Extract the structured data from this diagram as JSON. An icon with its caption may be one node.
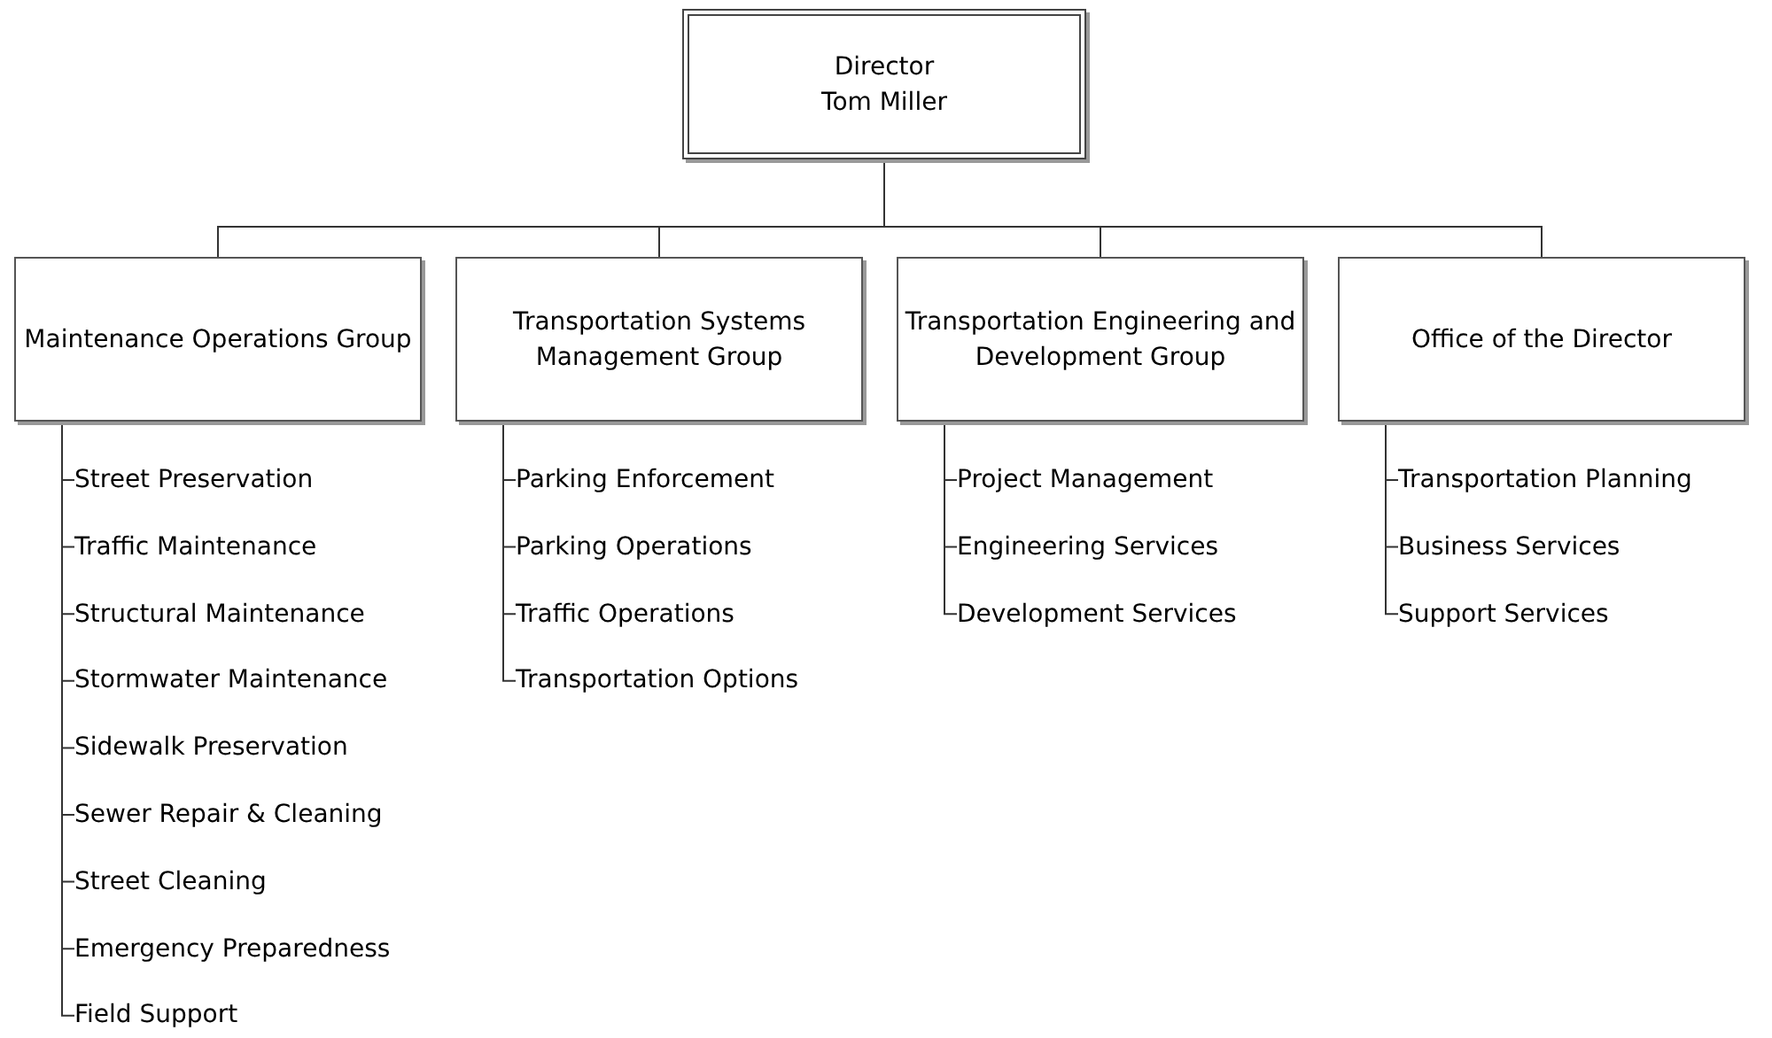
{
  "diagram": {
    "nodes": [
      {
        "text": [
          "Director",
          "Tom Miller"
        ]
      },
      {
        "text": [
          "Maintenance Operations Group"
        ]
      },
      {
        "text": [
          "Street Preservation"
        ]
      },
      {
        "text": [
          "Traffic Maintenance"
        ]
      },
      {
        "text": [
          "Structural Maintenance"
        ]
      },
      {
        "text": [
          "Stormwater Maintenance"
        ]
      },
      {
        "text": [
          "Sidewalk Preservation"
        ]
      },
      {
        "text": [
          "Sewer Repair & Cleaning"
        ]
      },
      {
        "text": [
          "Street Cleaning"
        ]
      },
      {
        "text": [
          "Emergency Preparedness"
        ]
      },
      {
        "text": [
          "Field Support"
        ]
      },
      {
        "text": [
          "Transportation Systems Management Group"
        ]
      },
      {
        "text": [
          "Parking Enforcement"
        ]
      },
      {
        "text": [
          "Parking Operations"
        ]
      },
      {
        "text": [
          "Traffic Operations"
        ]
      },
      {
        "text": [
          "Transportation Options"
        ]
      },
      {
        "text": [
          "Transportation Engineering and Development Group"
        ]
      },
      {
        "text": [
          "Project Management"
        ]
      },
      {
        "text": [
          "Engineering Services"
        ]
      },
      {
        "text": [
          "Development Services"
        ]
      },
      {
        "text": [
          "Office of the Director"
        ]
      },
      {
        "text": [
          "Transportation Planning"
        ]
      },
      {
        "text": [
          "Business Services"
        ]
      },
      {
        "text": [
          "Support Services"
        ]
      }
    ],
    "edges": [
      {
        "from": 0,
        "to": 1,
        "arrow": "none"
      },
      {
        "from": 0,
        "to": 11,
        "arrow": "none"
      },
      {
        "from": 0,
        "to": 16,
        "arrow": "none"
      },
      {
        "from": 0,
        "to": 20,
        "arrow": "none"
      },
      {
        "from": 1,
        "to": 2,
        "arrow": "none"
      },
      {
        "from": 1,
        "to": 3,
        "arrow": "none"
      },
      {
        "from": 1,
        "to": 4,
        "arrow": "none"
      },
      {
        "from": 1,
        "to": 5,
        "arrow": "none"
      },
      {
        "from": 1,
        "to": 6,
        "arrow": "none"
      },
      {
        "from": 1,
        "to": 7,
        "arrow": "none"
      },
      {
        "from": 1,
        "to": 8,
        "arrow": "none"
      },
      {
        "from": 1,
        "to": 9,
        "arrow": "none"
      },
      {
        "from": 1,
        "to": 10,
        "arrow": "none"
      },
      {
        "from": 11,
        "to": 12,
        "arrow": "none"
      },
      {
        "from": 11,
        "to": 13,
        "arrow": "none"
      },
      {
        "from": 11,
        "to": 14,
        "arrow": "none"
      },
      {
        "from": 11,
        "to": 15,
        "arrow": "none"
      },
      {
        "from": 16,
        "to": 17,
        "arrow": "none"
      },
      {
        "from": 16,
        "to": 18,
        "arrow": "none"
      },
      {
        "from": 16,
        "to": 19,
        "arrow": "none"
      },
      {
        "from": 20,
        "to": 21,
        "arrow": "none"
      },
      {
        "from": 20,
        "to": 22,
        "arrow": "none"
      },
      {
        "from": 20,
        "to": 23,
        "arrow": "none"
      }
    ]
  }
}
